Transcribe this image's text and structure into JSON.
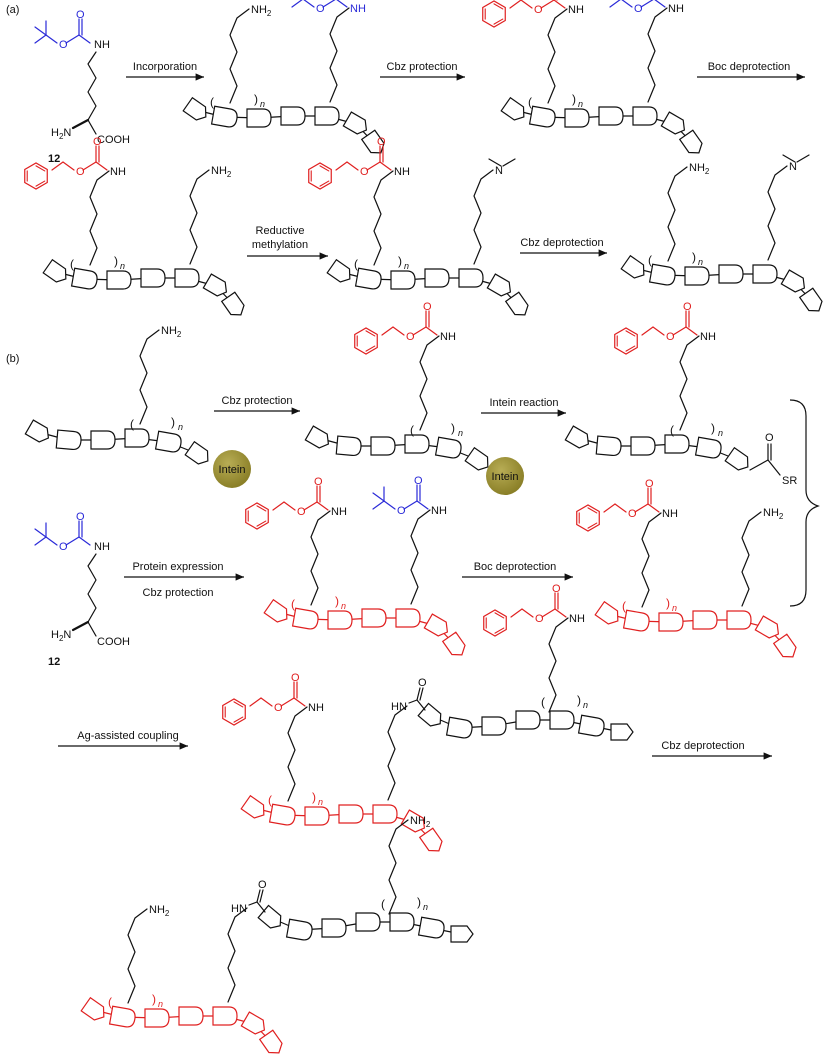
{
  "panels": {
    "a": {
      "label": "(a)",
      "compound_number": "12",
      "steps": [
        "Incorporation",
        "Cbz protection",
        "Boc deprotection",
        "Reductive",
        "methylation",
        "Cbz deprotection"
      ]
    },
    "b": {
      "label": "(b)",
      "compound_number": "12",
      "steps": [
        "Cbz protection",
        "Intein reaction",
        "Protein expression",
        "Cbz protection",
        "Boc deprotection",
        "Ag-assisted coupling",
        "Cbz deprotection"
      ],
      "intein_label": "Intein"
    }
  },
  "atoms": {
    "N": "N",
    "O": "O",
    "NH": "NH",
    "HN": "HN",
    "NH2": "NH",
    "NH2_sub": "2",
    "H2N": "H",
    "H2N_sub": "2",
    "H2N_N": "N",
    "COOH": "COOH",
    "SR": "SR",
    "paren_open": "(",
    "paren_close": ")",
    "n": "n"
  },
  "colors": {
    "boc": "#2a2ad8",
    "cbz": "#e02020",
    "protein_red": "#e02020",
    "black": "#111111",
    "intein": "#9c8f2e"
  }
}
